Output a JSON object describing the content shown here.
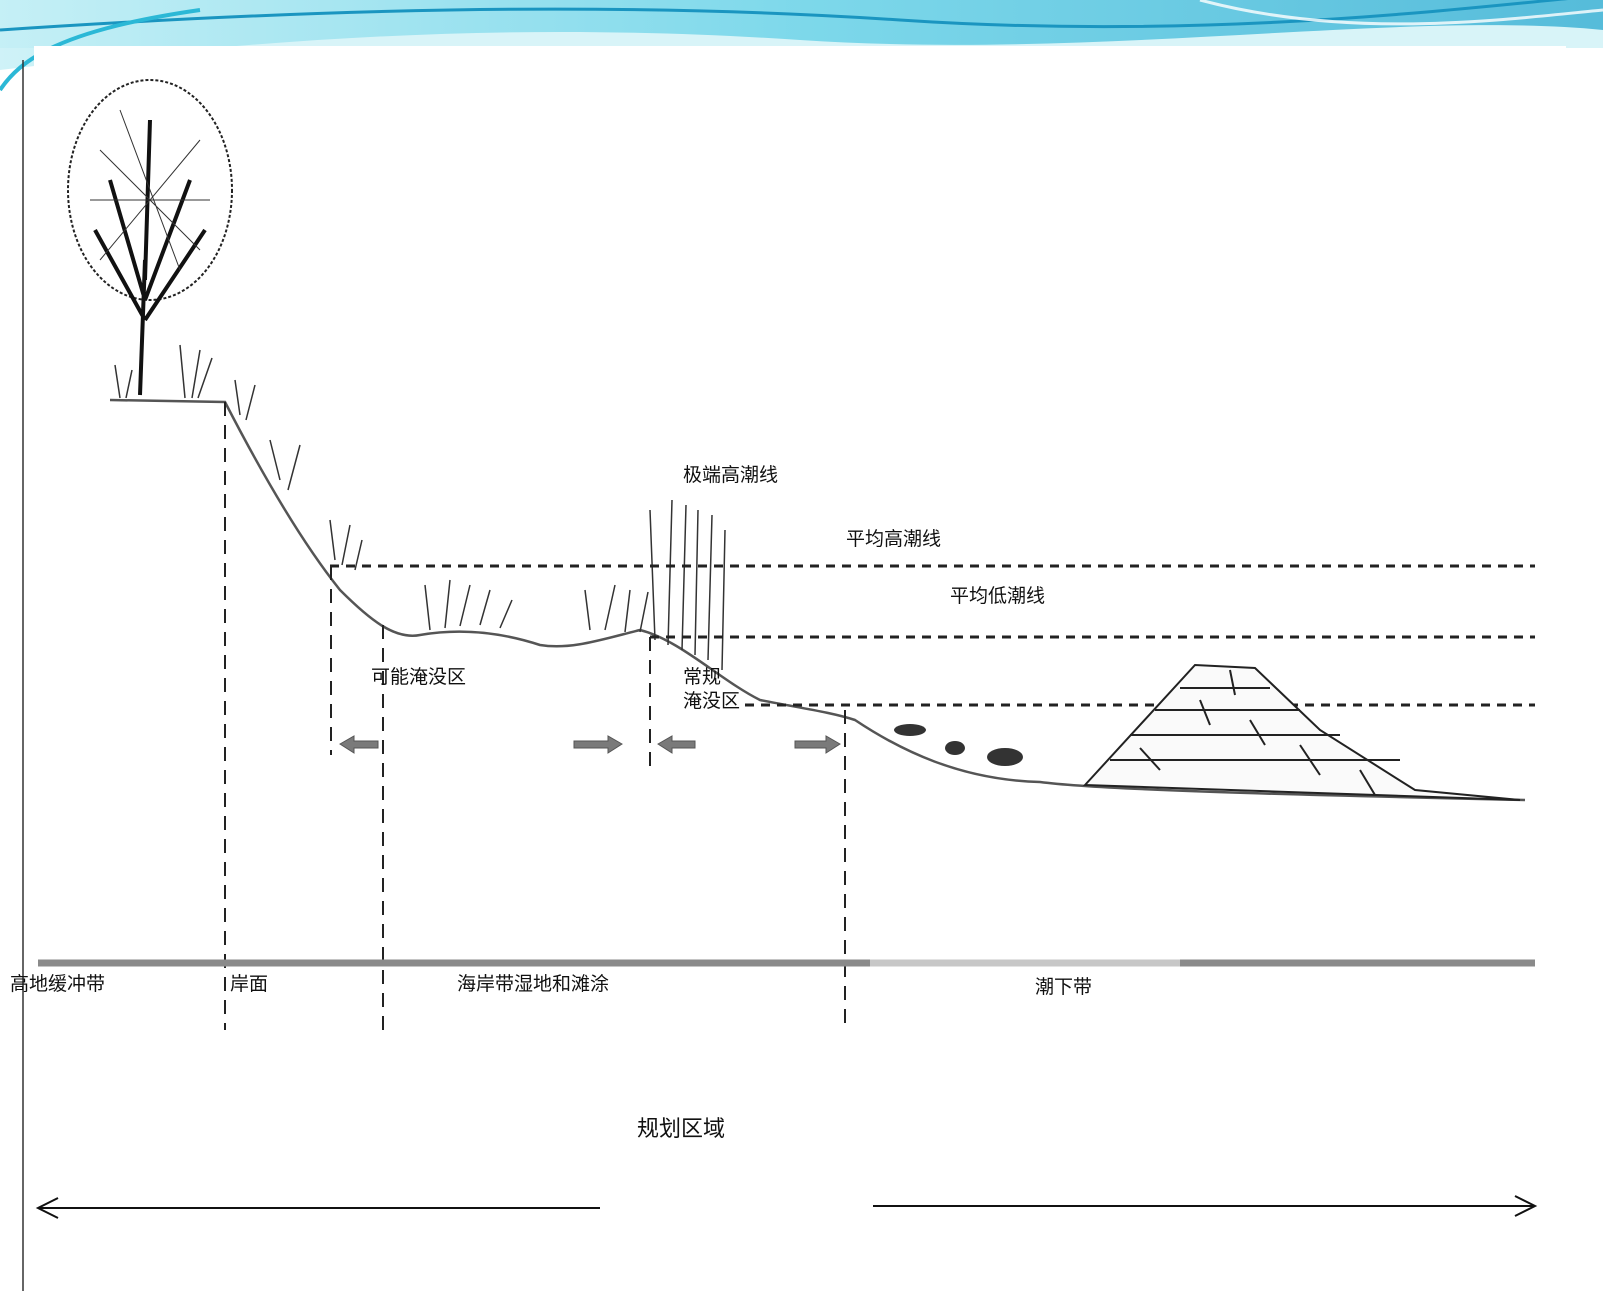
{
  "diagram": {
    "tide_lines": {
      "extreme_high": "极端高潮线",
      "mean_high": "平均高潮线",
      "mean_low": "平均低潮线"
    },
    "inundation": {
      "possible": "可能淹没区",
      "regular": "常规\n淹没区"
    },
    "zones": {
      "upland_buffer": "高地缓冲带",
      "bank": "岸面",
      "coastal_wetland": "海岸带湿地和滩涂",
      "subtidal": "潮下带"
    },
    "planning_area": "规划区域"
  },
  "colors": {
    "header_wave": "#2bb8d6",
    "header_wave_light": "#9ee3ef",
    "line": "#222222",
    "ground_bar": "#8a8a8a",
    "arrow_fill": "#7a7a7a"
  }
}
